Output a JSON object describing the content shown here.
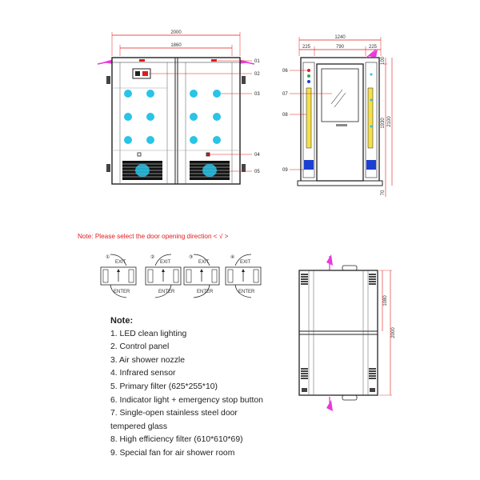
{
  "front_view": {
    "dims": {
      "total_width": "2000",
      "inner_width": "1860"
    },
    "callouts": [
      "01",
      "02",
      "03",
      "04",
      "05"
    ]
  },
  "side_view": {
    "dims": {
      "total_width": "1240",
      "left": "225",
      "middle": "790",
      "right": "225",
      "top": "100",
      "door_height": "1930",
      "height": "2100",
      "bottom": "70"
    },
    "callouts": [
      "06",
      "07",
      "08",
      "09"
    ]
  },
  "notice": "Note: Please select the door opening direction < √ >",
  "door_options": [
    {
      "num": "①",
      "top": "EXIT",
      "bottom": "ENTER"
    },
    {
      "num": "②",
      "top": "EXIT",
      "bottom": "ENTER"
    },
    {
      "num": "③",
      "top": "EXIT",
      "bottom": "ENTER"
    },
    {
      "num": "④",
      "top": "EXIT",
      "bottom": "ENTER"
    }
  ],
  "top_view": {
    "dims": {
      "upper": "1080",
      "total": "2000"
    }
  },
  "notes": {
    "title": "Note:",
    "items": [
      "1. LED clean lighting",
      "2. Control panel",
      "3. Air shower nozzle",
      "4. Infrared sensor",
      "5. Primary filter (625*255*10)",
      "6. Indicator light + emergency stop button",
      "7. Single-open stainless steel door",
      "tempered glass",
      "8. High efficiency filter (610*610*69)",
      "9. Special fan for air shower room"
    ]
  },
  "colors": {
    "callout_line": "#e21b1b",
    "nozzle": "#29c4e8",
    "handle": "#e83ad8",
    "accent_red": "#e21b1b"
  }
}
